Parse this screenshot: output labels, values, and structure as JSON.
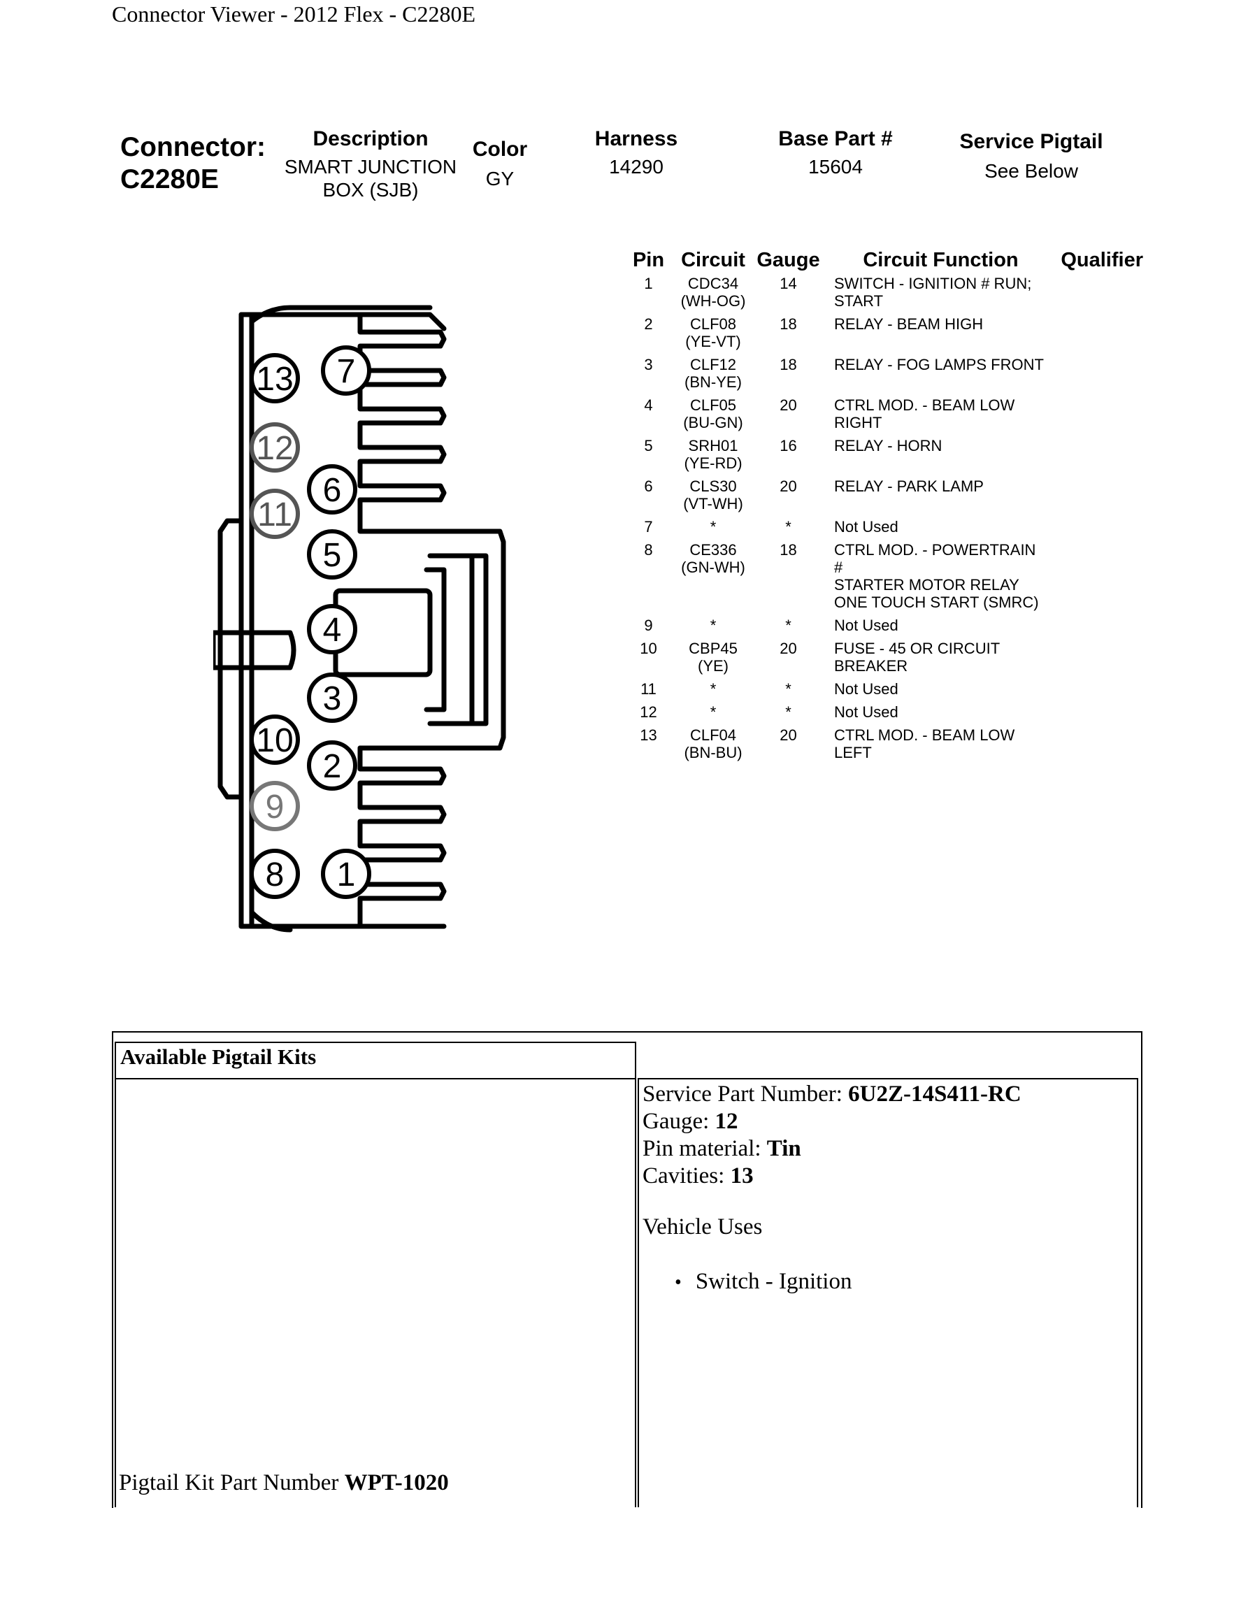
{
  "page": {
    "title": "Connector Viewer - 2012 Flex - C2280E"
  },
  "connector": {
    "label": "Connector:",
    "id": "C2280E",
    "description_label": "Description",
    "description_line1": "SMART JUNCTION",
    "description_line2": "BOX (SJB)",
    "color_label": "Color",
    "color_value": "GY",
    "harness_label": "Harness",
    "harness_value": "14290",
    "base_part_label": "Base Part #",
    "base_part_value": "15604",
    "service_pigtail_label": "Service Pigtail",
    "service_pigtail_value": "See Below"
  },
  "pin_table": {
    "headers": [
      "Pin",
      "Circuit",
      "Gauge",
      "Circuit Function",
      "Qualifier"
    ],
    "rows": [
      {
        "pin": "1",
        "circuit": "CDC34",
        "color": "(WH-OG)",
        "gauge": "14",
        "func1": "SWITCH - IGNITION # RUN;",
        "func2": "START"
      },
      {
        "pin": "2",
        "circuit": "CLF08",
        "color": "(YE-VT)",
        "gauge": "18",
        "func1": "RELAY - BEAM HIGH",
        "func2": ""
      },
      {
        "pin": "3",
        "circuit": "CLF12",
        "color": "(BN-YE)",
        "gauge": "18",
        "func1": "RELAY - FOG LAMPS FRONT",
        "func2": ""
      },
      {
        "pin": "4",
        "circuit": "CLF05",
        "color": "(BU-GN)",
        "gauge": "20",
        "func1": "CTRL MOD. - BEAM LOW",
        "func2": "RIGHT"
      },
      {
        "pin": "5",
        "circuit": "SRH01",
        "color": "(YE-RD)",
        "gauge": "16",
        "func1": "RELAY - HORN",
        "func2": ""
      },
      {
        "pin": "6",
        "circuit": "CLS30",
        "color": "(VT-WH)",
        "gauge": "20",
        "func1": "RELAY - PARK LAMP",
        "func2": ""
      },
      {
        "pin": "7",
        "circuit": "*",
        "color": "",
        "gauge": "*",
        "func1": "Not Used",
        "func2": ""
      },
      {
        "pin": "8",
        "circuit": "CE336",
        "color": "(GN-WH)",
        "gauge": "18",
        "func1": "CTRL MOD. - POWERTRAIN #",
        "func2": "STARTER MOTOR RELAY",
        "func3": "ONE TOUCH START (SMRC)"
      },
      {
        "pin": "9",
        "circuit": "*",
        "color": "",
        "gauge": "*",
        "func1": "Not Used",
        "func2": ""
      },
      {
        "pin": "10",
        "circuit": "CBP45",
        "color": "(YE)",
        "gauge": "20",
        "func1": "FUSE - 45 OR CIRCUIT",
        "func2": "BREAKER"
      },
      {
        "pin": "11",
        "circuit": "*",
        "color": "",
        "gauge": "*",
        "func1": "Not Used",
        "func2": ""
      },
      {
        "pin": "12",
        "circuit": "*",
        "color": "",
        "gauge": "*",
        "func1": "Not Used",
        "func2": ""
      },
      {
        "pin": "13",
        "circuit": "CLF04",
        "color": "(BN-BU)",
        "gauge": "20",
        "func1": "CTRL MOD. - BEAM LOW",
        "func2": "LEFT"
      }
    ]
  },
  "connector_diagram": {
    "pins": [
      "1",
      "2",
      "3",
      "4",
      "5",
      "6",
      "7",
      "8",
      "9",
      "10",
      "11",
      "12",
      "13"
    ]
  },
  "pigtail": {
    "section_title": "Available Pigtail Kits",
    "kit_label": "Pigtail Kit Part Number ",
    "kit_number": "WPT-1020",
    "service_part_label": "Service Part Number: ",
    "service_part_value": "6U2Z-14S411-RC",
    "gauge_label": "Gauge: ",
    "gauge_value": "12",
    "pin_material_label": "Pin material: ",
    "pin_material_value": "Tin",
    "cavities_label": "Cavities: ",
    "cavities_value": "13",
    "vehicle_uses_label": "Vehicle Uses",
    "vehicle_uses": [
      "Switch - Ignition"
    ]
  }
}
